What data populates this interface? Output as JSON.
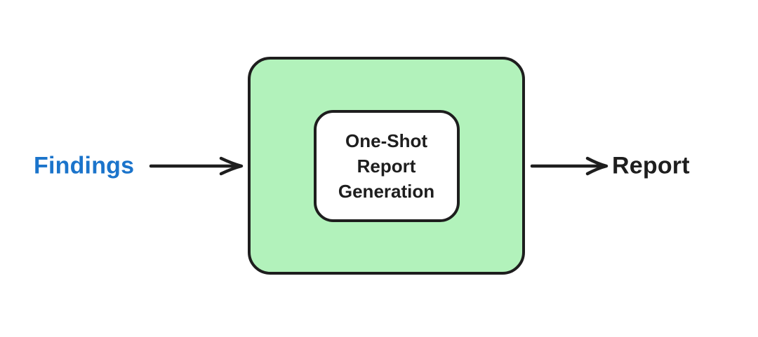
{
  "diagram": {
    "input": {
      "label": "Findings"
    },
    "process": {
      "full_label": "One-Shot Report Generation",
      "lines": [
        "One-Shot",
        "Report",
        "Generation"
      ]
    },
    "output": {
      "label": "Report"
    },
    "colors": {
      "input_text": "#1b74cb",
      "process_fill": "#b2f2bb",
      "stroke": "#1e1e1e",
      "inner_fill": "#ffffff",
      "canvas_bg": "#ffffff"
    }
  }
}
